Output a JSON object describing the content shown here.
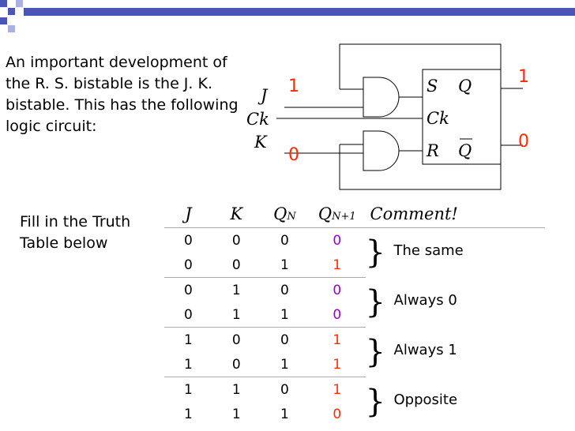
{
  "intro_text": "An important development of the R. S. bistable is the J. K. bistable. This has the following logic circuit:",
  "instruction_text": "Fill in the Truth Table below",
  "circuit": {
    "inputs": {
      "j": "J",
      "ck": "Ck",
      "k": "K"
    },
    "outputs": {
      "s": "S",
      "ck": "Ck",
      "r": "R",
      "q": "Q",
      "qbar": "Q"
    },
    "values": {
      "j_in": "1",
      "k_in": "0",
      "q_out": "1",
      "qbar_out": "0"
    }
  },
  "table": {
    "headers": {
      "j": "J",
      "k": "K",
      "qn": "Q",
      "qn_sub": "N",
      "qn1": "Q",
      "qn1_sub": "N+1",
      "comment": "Comment!"
    },
    "rows": [
      {
        "j": "0",
        "k": "0",
        "qn": "0",
        "qn1": "0"
      },
      {
        "j": "0",
        "k": "0",
        "qn": "1",
        "qn1": "1"
      },
      {
        "j": "0",
        "k": "1",
        "qn": "0",
        "qn1": "0"
      },
      {
        "j": "0",
        "k": "1",
        "qn": "1",
        "qn1": "0"
      },
      {
        "j": "1",
        "k": "0",
        "qn": "0",
        "qn1": "1"
      },
      {
        "j": "1",
        "k": "0",
        "qn": "1",
        "qn1": "1"
      },
      {
        "j": "1",
        "k": "1",
        "qn": "0",
        "qn1": "1"
      },
      {
        "j": "1",
        "k": "1",
        "qn": "1",
        "qn1": "0"
      }
    ],
    "comments": [
      "The same",
      "Always 0",
      "Always 1",
      "Opposite"
    ]
  },
  "colors": {
    "answer_red": "#ff2a00",
    "answer_purple": "#9900cc",
    "bar_blue": "#4a55b5"
  }
}
